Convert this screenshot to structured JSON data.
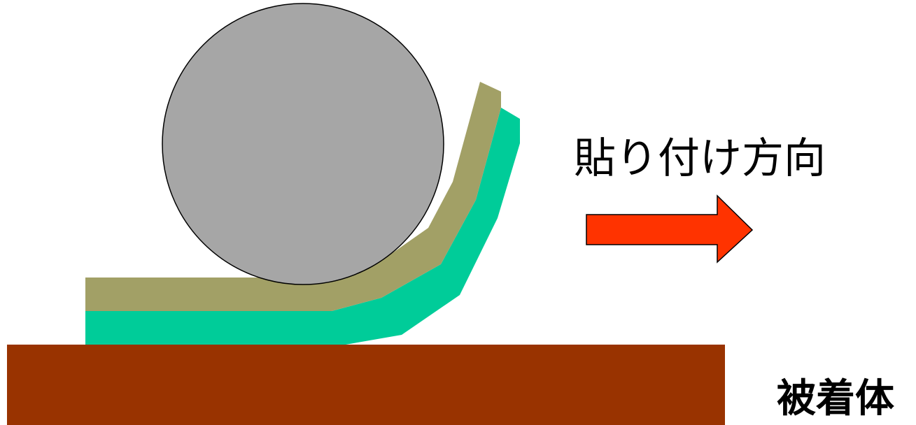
{
  "labels": {
    "direction": "貼り付け方向",
    "adherend": "被着体"
  },
  "colors": {
    "roller_fill": "#a6a6a6",
    "roller_stroke": "#000000",
    "film_top": "#a2a066",
    "film_bottom": "#00cc99",
    "adherend": "#993300",
    "arrow_fill": "#ff3300",
    "arrow_stroke": "#000000",
    "background": "#ffffff"
  },
  "icons": {
    "arrow": "right-arrow-icon",
    "roller": "roller-circle"
  }
}
